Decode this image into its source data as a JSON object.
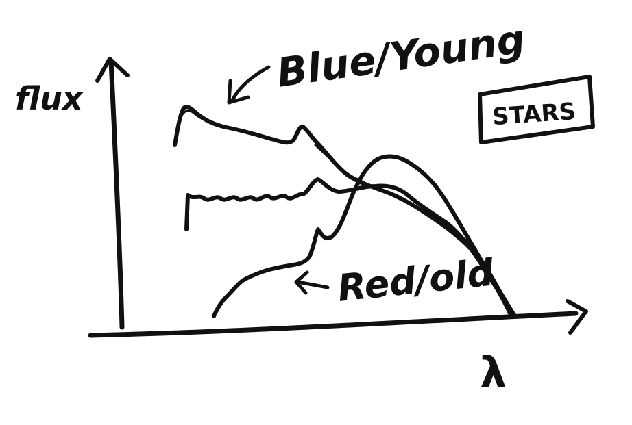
{
  "diagram": {
    "ink_color": "#111111",
    "background": "#ffffff",
    "y_axis_label": "flux",
    "x_axis_label": "λ",
    "box_label": "STARS",
    "annotations": {
      "blue_young": "Blue/Young",
      "red_old": "Red/old"
    },
    "curves": [
      {
        "id": "blue-young",
        "shape": "peaks at short wavelength, declining toward long wavelength"
      },
      {
        "id": "intermediate",
        "shape": "flat with small bumps, falling at long wavelength"
      },
      {
        "id": "red-old",
        "shape": "rising to a peak at long wavelength, then falling"
      }
    ]
  }
}
